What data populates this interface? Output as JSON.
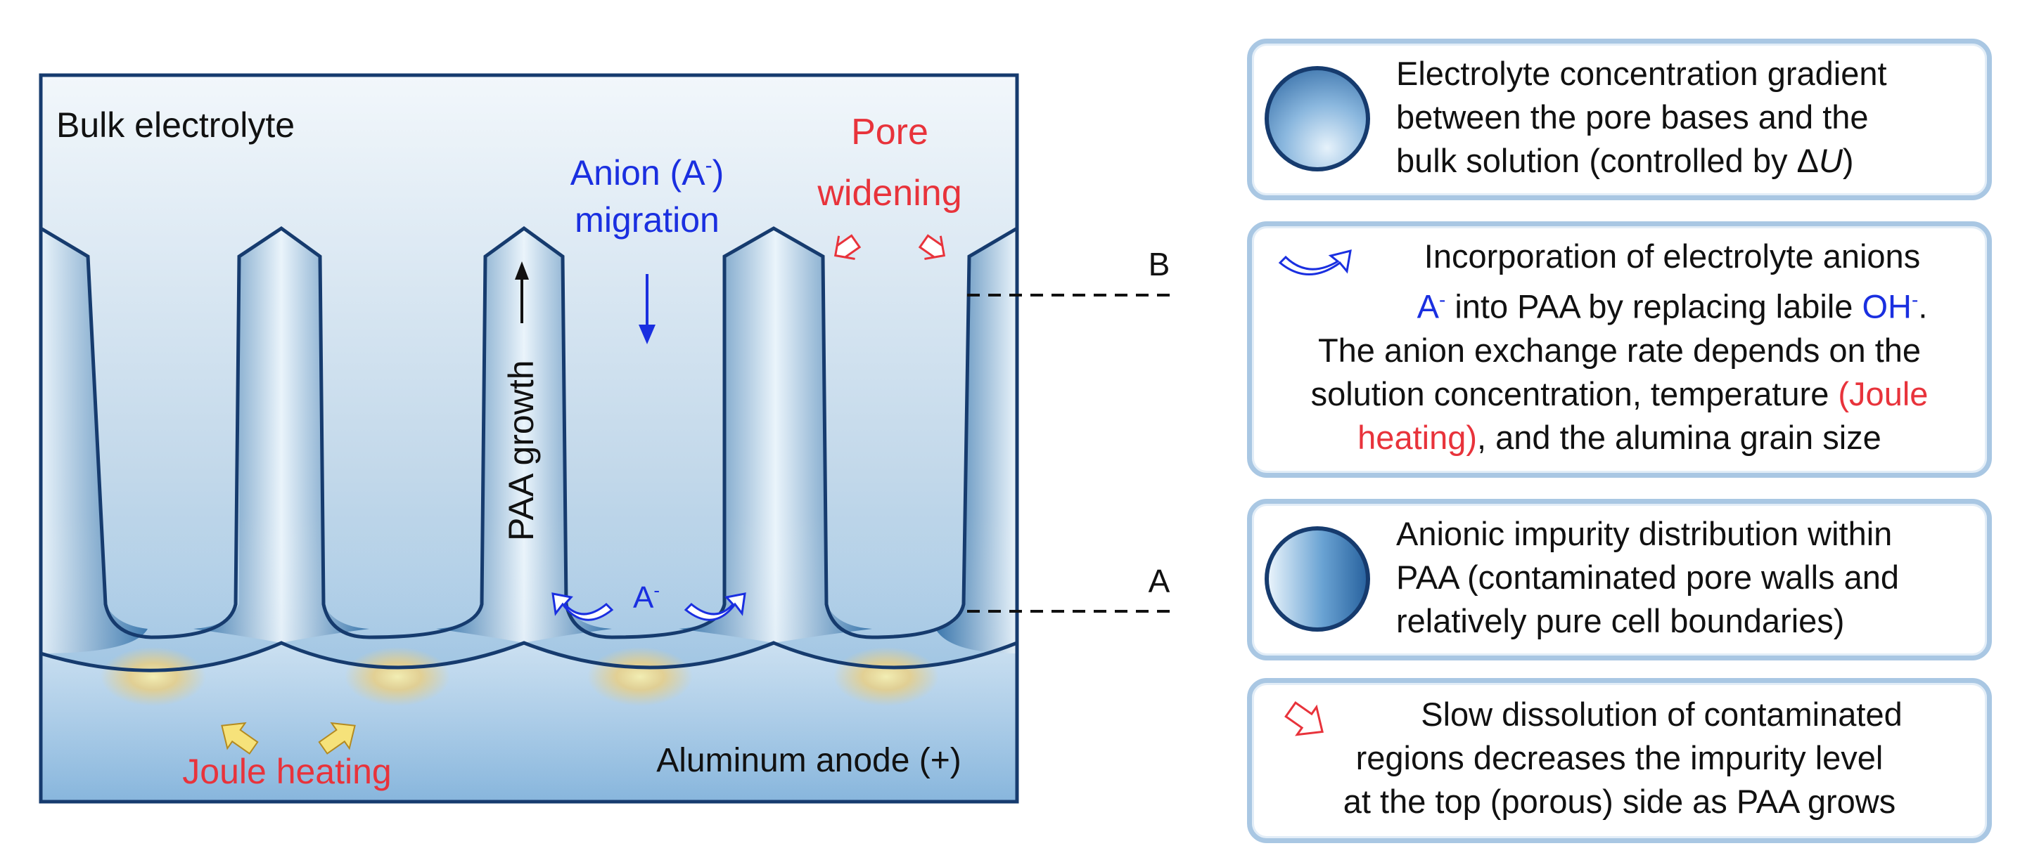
{
  "diagram": {
    "bulk_label": "Bulk electrolyte",
    "anion_line1": "Anion (A",
    "anion_sup": "-",
    "anion_line1_end": ")",
    "anion_line2": "migration",
    "pore_line1": "Pore",
    "pore_line2": "widening",
    "paa_growth": "PAA growth",
    "anion_symbol": "A",
    "anion_symbol_sup": "-",
    "joule": "Joule heating",
    "anode": "Aluminum anode (+)",
    "level_b": "B",
    "level_a": "A"
  },
  "legend": [
    {
      "lines": [
        "Electrolyte concentration gradient",
        "between the pore bases and the",
        "bulk solution (controlled by Δ"
      ],
      "italic": "U",
      "end": ")"
    },
    {
      "l1": "Incorporation of electrolyte anions",
      "l2a": "A",
      "l2sup": "-",
      "l2b": " into PAA by replacing labile ",
      "l2c": "OH",
      "l2csup": "-",
      "l2d": ".",
      "l3": "The anion exchange rate depends on the",
      "l4a": "solution concentration, temperature ",
      "l4b": "(Joule",
      "l5a": "heating)",
      "l5b": ", and the alumina grain size"
    },
    {
      "lines": [
        "Anionic impurity distribution within",
        "PAA (contaminated pore walls and",
        "relatively pure cell boundaries)"
      ]
    },
    {
      "lines": [
        "Slow dissolution of contaminated",
        "regions decreases the impurity level",
        "at the top (porous) side as PAA grows"
      ]
    }
  ],
  "colors": {
    "outline": "#163b6e",
    "text_blue": "#1a2fe0",
    "text_red": "#e8333b",
    "legend_border": "#a9c7e3"
  }
}
